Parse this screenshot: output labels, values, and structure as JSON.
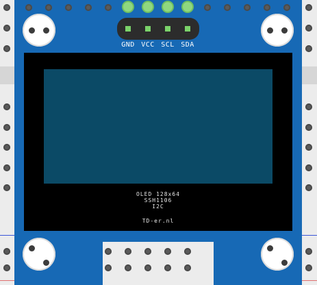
{
  "pin_labels": [
    "GND",
    "VCC",
    "SCL",
    "SDA"
  ],
  "module_info": {
    "line1": "OLED 128x64",
    "line2": "SSH1106",
    "line3": "I2C",
    "line4": "TD-er.nl"
  },
  "colors": {
    "pcb": "#1769b5",
    "screen": "#0b4a66",
    "pins": "#7bd36a",
    "breadboard": "#ececec"
  }
}
